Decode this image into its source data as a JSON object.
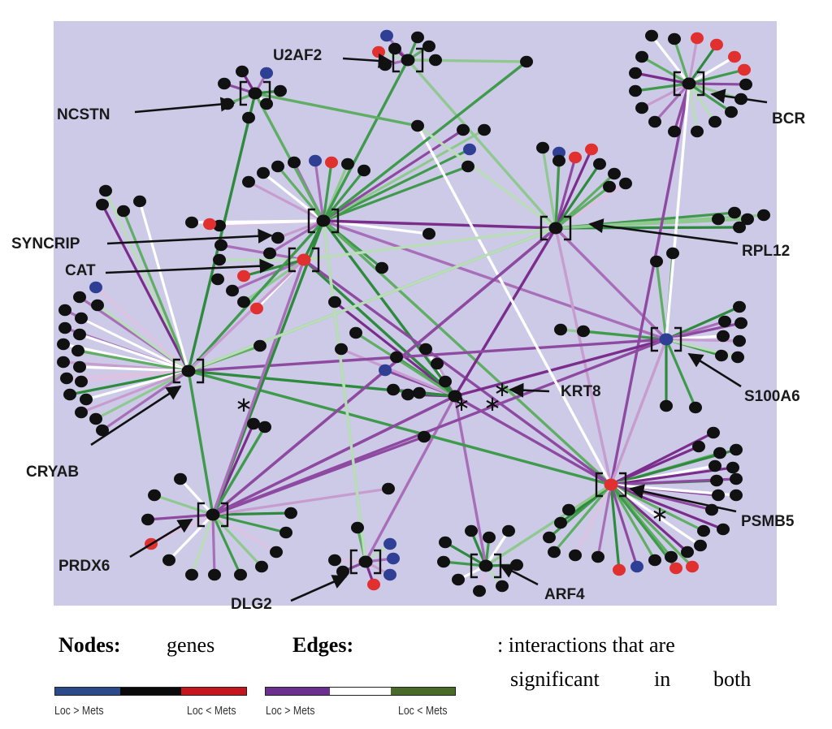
{
  "labels": {
    "U2AF2": "U2AF2",
    "NCSTN": "NCSTN",
    "BCR": "BCR",
    "SYNCRIP": "SYNCRIP",
    "CAT": "CAT",
    "RPL12": "RPL12",
    "S100A6": "S100A6",
    "KRT8": "KRT8",
    "CRYAB": "CRYAB",
    "PSMB5": "PSMB5",
    "PRDX6": "PRDX6",
    "DLG2": "DLG2",
    "ARF4": "ARF4"
  },
  "legend": {
    "nodes_label": "Nodes:",
    "nodes_desc": "genes",
    "edges_label": "Edges:",
    "interactions_line1": ": interactions that are",
    "interactions_w1": "significant",
    "interactions_w2": "in",
    "interactions_w3": "both",
    "node_left": "Loc > Mets",
    "node_right": "Loc < Mets",
    "edge_left": "Loc > Mets",
    "edge_right": "Loc < Mets"
  },
  "colors": {
    "background": "#cdcae8",
    "node_default": "#111111",
    "node_up": "#e03030",
    "node_down": "#2f3f94",
    "edge_purple": "#8a3d92",
    "edge_green": "#3e8f45",
    "edge_white": "#ffffff"
  }
}
